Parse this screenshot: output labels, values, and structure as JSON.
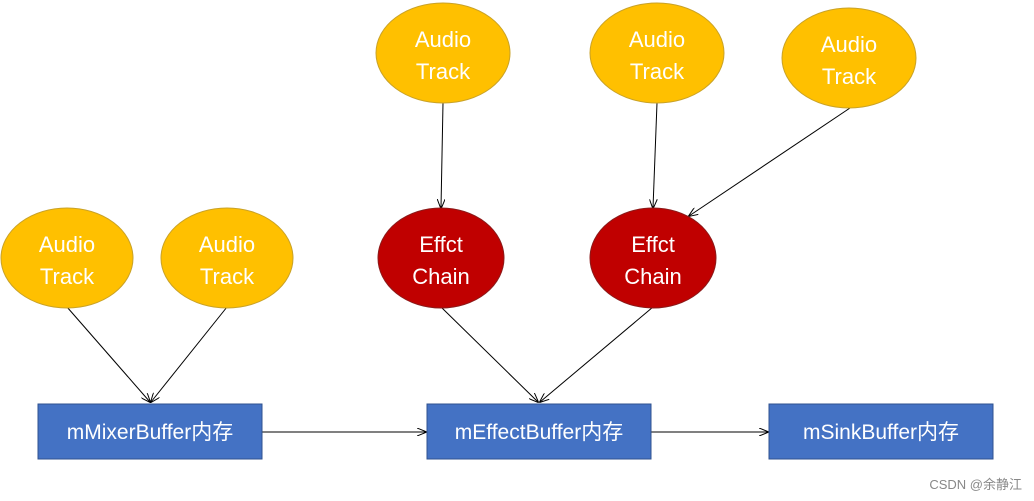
{
  "nodes": {
    "track_top1": {
      "line1": "Audio",
      "line2": "Track"
    },
    "track_top2": {
      "line1": "Audio",
      "line2": "Track"
    },
    "track_top3": {
      "line1": "Audio",
      "line2": "Track"
    },
    "track_left1": {
      "line1": "Audio",
      "line2": "Track"
    },
    "track_left2": {
      "line1": "Audio",
      "line2": "Track"
    },
    "effect1": {
      "line1": "Effct",
      "line2": "Chain"
    },
    "effect2": {
      "line1": "Effct",
      "line2": "Chain"
    }
  },
  "buffers": {
    "mixer": "mMixerBuffer内存",
    "effect": "mEffectBuffer内存",
    "sink": "mSinkBuffer内存"
  },
  "colors": {
    "track_fill": "#FFC000",
    "track_stroke": "#C9A227",
    "effect_fill": "#C00000",
    "effect_stroke": "#8B1A1A",
    "buffer_fill": "#4472C4",
    "buffer_stroke": "#2F528F",
    "arrow": "#000000"
  },
  "watermark": "CSDN @余静江"
}
